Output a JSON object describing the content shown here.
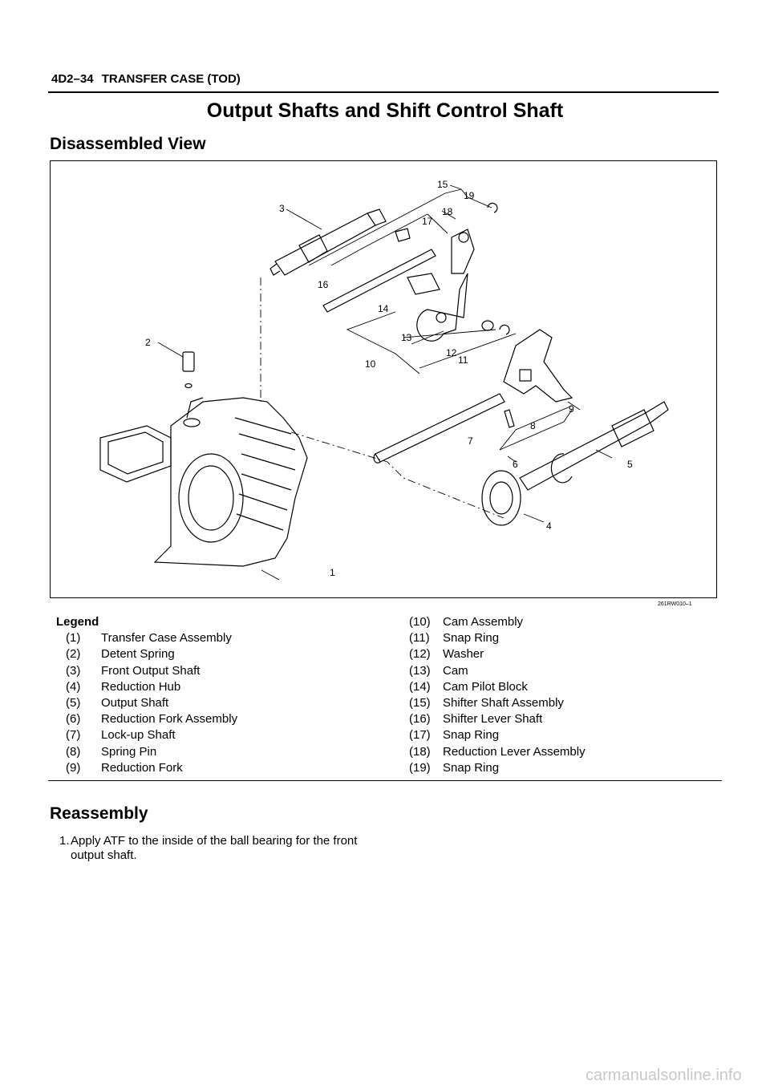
{
  "header": {
    "code": "4D2–34",
    "title": "TRANSFER CASE (TOD)"
  },
  "page_title": "Output Shafts and Shift Control Shaft",
  "section_disassembled": "Disassembled View",
  "figure": {
    "code": "261RW010–1",
    "callouts": [
      "1",
      "2",
      "3",
      "4",
      "5",
      "6",
      "7",
      "8",
      "9",
      "10",
      "11",
      "12",
      "13",
      "14",
      "15",
      "16",
      "17",
      "18",
      "19"
    ]
  },
  "legend": {
    "heading": "Legend",
    "items": [
      {
        "num": "(1)",
        "label": "Transfer Case Assembly"
      },
      {
        "num": "(2)",
        "label": "Detent Spring"
      },
      {
        "num": "(3)",
        "label": "Front Output Shaft"
      },
      {
        "num": "(4)",
        "label": "Reduction Hub"
      },
      {
        "num": "(5)",
        "label": "Output Shaft"
      },
      {
        "num": "(6)",
        "label": "Reduction Fork Assembly"
      },
      {
        "num": "(7)",
        "label": "Lock-up Shaft"
      },
      {
        "num": "(8)",
        "label": "Spring Pin"
      },
      {
        "num": "(9)",
        "label": "Reduction Fork"
      },
      {
        "num": "(10)",
        "label": "Cam Assembly"
      },
      {
        "num": "(11)",
        "label": "Snap Ring"
      },
      {
        "num": "(12)",
        "label": "Washer"
      },
      {
        "num": "(13)",
        "label": "Cam"
      },
      {
        "num": "(14)",
        "label": "Cam Pilot Block"
      },
      {
        "num": "(15)",
        "label": "Shifter Shaft Assembly"
      },
      {
        "num": "(16)",
        "label": "Shifter Lever Shaft"
      },
      {
        "num": "(17)",
        "label": "Snap Ring"
      },
      {
        "num": "(18)",
        "label": "Reduction Lever Assembly"
      },
      {
        "num": "(19)",
        "label": "Snap Ring"
      }
    ]
  },
  "section_reassembly": "Reassembly",
  "steps": [
    {
      "num": "1.",
      "line1": "Apply ATF to the inside of the ball bearing for the front",
      "line2": "output shaft."
    }
  ],
  "watermark": "carmanualsonline.info"
}
